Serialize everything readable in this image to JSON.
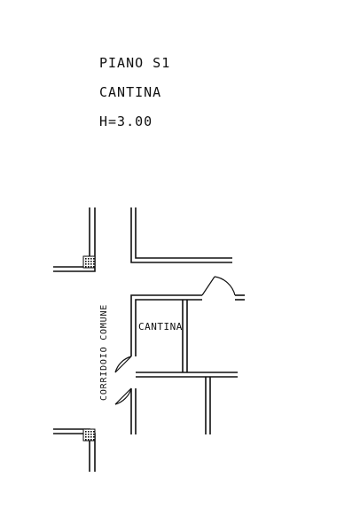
{
  "header": {
    "floor": "PIANO S1",
    "room_use": "CANTINA",
    "height": "H=3.00"
  },
  "plan": {
    "room_label": "CANTINA",
    "corridor_label": "CORRIDOIO COMUNE"
  }
}
